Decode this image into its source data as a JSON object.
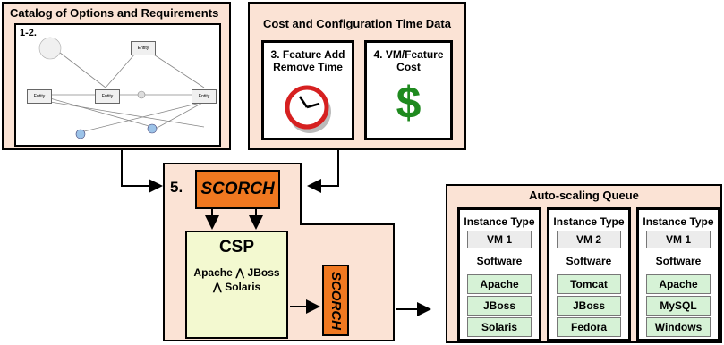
{
  "catalog": {
    "title": "Catalog of Options and Requirements",
    "step_label": "1-2.",
    "entity_label": "Entity"
  },
  "cost": {
    "title": "Cost and Configuration Time Data",
    "feature_time": "3. Feature Add Remove Time",
    "vm_cost": "4. VM/Feature Cost",
    "dollar": "$"
  },
  "step5": {
    "label": "5.",
    "scorch": "SCORCH",
    "scorch_vertical": "SCORCH"
  },
  "csp": {
    "title": "CSP",
    "line1": "Apache ⋀ JBoss",
    "line2": "⋀ Solaris"
  },
  "queue": {
    "title": "Auto-scaling Queue",
    "instances": [
      {
        "type_label": "Instance Type",
        "vm": "VM 1",
        "software_label": "Software",
        "software": [
          "Apache",
          "JBoss",
          "Solaris"
        ]
      },
      {
        "type_label": "Instance Type",
        "vm": "VM 2",
        "software_label": "Software",
        "software": [
          "Tomcat",
          "JBoss",
          "Fedora"
        ]
      },
      {
        "type_label": "Instance Type",
        "vm": "VM 1",
        "software_label": "Software",
        "software": [
          "Apache",
          "MySQL",
          "Windows"
        ]
      }
    ]
  }
}
